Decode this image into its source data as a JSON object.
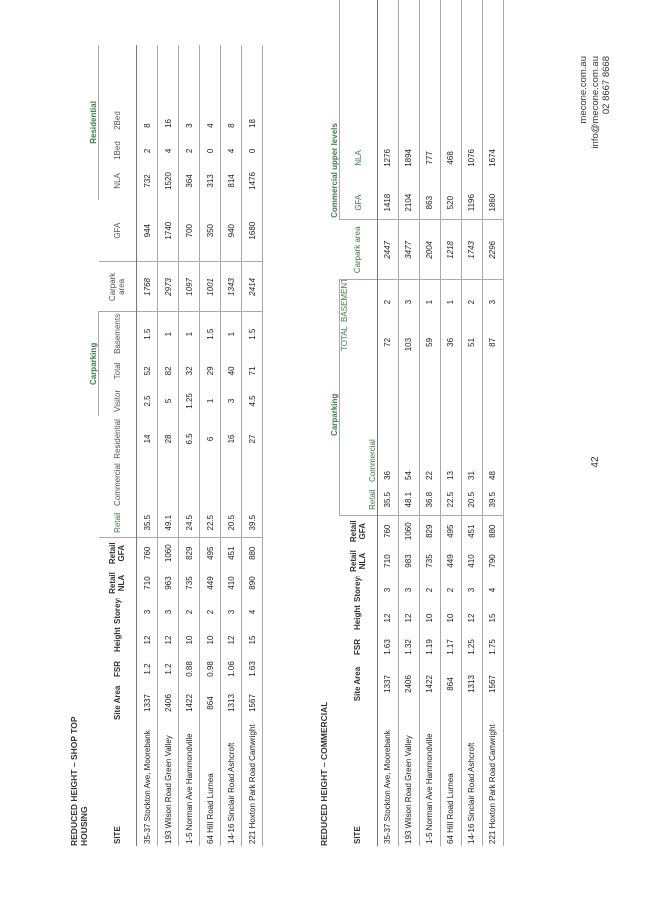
{
  "page_number": "42",
  "contact": {
    "website": "mecone.com.au",
    "email": "info@mecone.com.au",
    "phone": "02 8667 8668"
  },
  "shop_top": {
    "title_line1": "REDUCED HEIGHT – SHOP TOP",
    "title_line2": "HOUSING",
    "groups": {
      "carparking": "Carparking",
      "residential": "Residential"
    },
    "headers": {
      "site": "SITE",
      "site_area": "Site Area",
      "fsr": "FSR",
      "height": "Height",
      "storeys": "Storeys",
      "retail_nla": "Retail NLA",
      "retail_gfa": "Retail GFA",
      "retail": "Retail",
      "commercial": "Commercial",
      "residential": "Residential",
      "visitor": "Visitor",
      "total": "Total",
      "basements": "Basements",
      "carpark_area": "Carpark area",
      "gfa": "GFA",
      "nla": "NLA",
      "one_bed": "1Bed",
      "two_bed": "2Bed"
    },
    "rows": [
      {
        "site": "35-37 Stockton Ave, Moorebank",
        "site_area": "1337",
        "fsr": "1.2",
        "height": "12",
        "storeys": "3",
        "retail_nla": "710",
        "retail_gfa": "760",
        "retail": "35.5",
        "commercial": "",
        "residential": "14",
        "visitor": "2.5",
        "total": "52",
        "basements": "1.5",
        "carpark_area": "1768",
        "gfa": "944",
        "nla": "732",
        "one_bed": "2",
        "two_bed": "8"
      },
      {
        "site": "193 Wilson Road Green Valley",
        "site_area": "2406",
        "fsr": "1.2",
        "height": "12",
        "storeys": "3",
        "retail_nla": "963",
        "retail_gfa": "1060",
        "retail": "49.1",
        "commercial": "",
        "residential": "28",
        "visitor": "5",
        "total": "82",
        "basements": "1",
        "carpark_area": "2973",
        "gfa": "1740",
        "nla": "1520",
        "one_bed": "4",
        "two_bed": "16"
      },
      {
        "site": "1-5 Norman Ave Hammondville",
        "site_area": "1422",
        "fsr": "0.88",
        "height": "10",
        "storeys": "2",
        "retail_nla": "735",
        "retail_gfa": "829",
        "retail": "24.5",
        "commercial": "",
        "residential": "6.5",
        "visitor": "1.25",
        "total": "32",
        "basements": "1",
        "carpark_area": "1097",
        "gfa": "700",
        "nla": "364",
        "one_bed": "2",
        "two_bed": "3"
      },
      {
        "site": "64 Hill Road Lurnea",
        "site_area": "864",
        "fsr": "0.98",
        "height": "10",
        "storeys": "2",
        "retail_nla": "449",
        "retail_gfa": "495",
        "retail": "22.5",
        "commercial": "",
        "residential": "6",
        "visitor": "1",
        "total": "29",
        "basements": "1.5",
        "carpark_area": "1001",
        "gfa": "350",
        "nla": "313",
        "one_bed": "0",
        "two_bed": "4"
      },
      {
        "site": "14-16 Sinclair Road Ashcroft",
        "site_area": "1313",
        "fsr": "1.06",
        "height": "12",
        "storeys": "3",
        "retail_nla": "410",
        "retail_gfa": "451",
        "retail": "20.5",
        "commercial": "",
        "residential": "16",
        "visitor": "3",
        "total": "40",
        "basements": "1",
        "carpark_area": "1343",
        "gfa": "940",
        "nla": "814",
        "one_bed": "4",
        "two_bed": "8"
      },
      {
        "site": "221 Hoxton Park Road Cartwright",
        "site_area": "1567",
        "fsr": "1.63",
        "height": "15",
        "storeys": "4",
        "retail_nla": "890",
        "retail_gfa": "880",
        "retail": "39.5",
        "commercial": "",
        "residential": "27",
        "visitor": "4.5",
        "total": "71",
        "basements": "1.5",
        "carpark_area": "2414",
        "gfa": "1680",
        "nla": "1476",
        "one_bed": "0",
        "two_bed": "18"
      }
    ]
  },
  "commercial": {
    "title": "REDUCED HEIGHT – COMMERCIAL",
    "groups": {
      "carparking": "Carparking",
      "commercial_upper": "Commercial upper levels"
    },
    "headers": {
      "site": "SITE",
      "site_area": "Site Area",
      "fsr": "FSR",
      "height": "Height",
      "storeys": "Storeys",
      "retail_nla": "Retail NLA",
      "retail_gfa": "Retail GFA",
      "retail": "Retail",
      "commercial": "Commercial",
      "total": "TOTAL",
      "basements": "BASEMENTS",
      "carpark_area": "Carpark area",
      "gfa": "GFA",
      "nla": "NLA"
    },
    "rows": [
      {
        "site": "35-37 Stockton Ave, Moorebank",
        "site_area": "1337",
        "fsr": "1.63",
        "height": "12",
        "storeys": "3",
        "retail_nla": "710",
        "retail_gfa": "760",
        "retail": "35.5",
        "commercial": "36",
        "total": "72",
        "basements": "2",
        "carpark_area": "2447",
        "gfa": "1418",
        "nla": "1276"
      },
      {
        "site": "193 Wilson Road Green Valley",
        "site_area": "2406",
        "fsr": "1.32",
        "height": "12",
        "storeys": "3",
        "retail_nla": "983",
        "retail_gfa": "1060",
        "retail": "48.1",
        "commercial": "54",
        "total": "103",
        "basements": "3",
        "carpark_area": "3477",
        "gfa": "2104",
        "nla": "1894"
      },
      {
        "site": "1-5 Norman Ave Hammondville",
        "site_area": "1422",
        "fsr": "1.19",
        "height": "10",
        "storeys": "2",
        "retail_nla": "735",
        "retail_gfa": "829",
        "retail": "36.8",
        "commercial": "22",
        "total": "59",
        "basements": "1",
        "carpark_area": "2004",
        "gfa": "863",
        "nla": "777"
      },
      {
        "site": "64 Hill Road Lurnea",
        "site_area": "864",
        "fsr": "1.17",
        "height": "10",
        "storeys": "2",
        "retail_nla": "449",
        "retail_gfa": "495",
        "retail": "22.5",
        "commercial": "13",
        "total": "36",
        "basements": "1",
        "carpark_area": "1218",
        "gfa": "520",
        "nla": "468"
      },
      {
        "site": "14-16 Sinclair Road Ashcroft",
        "site_area": "1313",
        "fsr": "1.25",
        "height": "12",
        "storeys": "3",
        "retail_nla": "410",
        "retail_gfa": "451",
        "retail": "20.5",
        "commercial": "31",
        "total": "51",
        "basements": "2",
        "carpark_area": "1743",
        "gfa": "1196",
        "nla": "1076"
      },
      {
        "site": "221 Hoxton Park Road Cartwright",
        "site_area": "1567",
        "fsr": "1.75",
        "height": "15",
        "storeys": "4",
        "retail_nla": "790",
        "retail_gfa": "880",
        "retail": "39.5",
        "commercial": "48",
        "total": "87",
        "basements": "3",
        "carpark_area": "2296",
        "gfa": "1860",
        "nla": "1674"
      }
    ]
  }
}
